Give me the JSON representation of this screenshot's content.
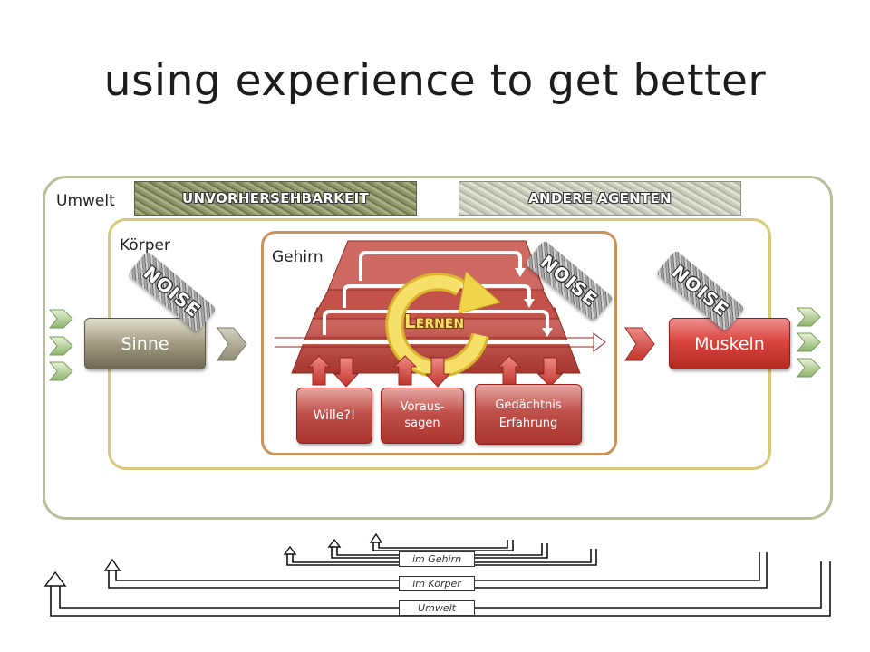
{
  "title": "using experience to get better",
  "labels": {
    "umwelt": "Umwelt",
    "koerper": "Körper",
    "gehirn": "Gehirn"
  },
  "banners": {
    "unvorhersehbarkeit": "UNVORHERSEHBARKEIT",
    "andere_agenten": "ANDERE AGENTEN"
  },
  "noise_label": "NOISE",
  "lernen": {
    "first": "L",
    "rest": "ERNEN"
  },
  "boxes": {
    "sinne": "Sinne",
    "muskeln": "Muskeln",
    "wille": "Wille?!",
    "voraus_1": "Voraus-",
    "voraus_2": "sagen",
    "gedaechtnis_1": "Gedächtnis",
    "gedaechtnis_2": "Erfahrung"
  },
  "loops": {
    "im_gehirn": "im Gehirn",
    "im_koerper": "im Körper",
    "umwelt": "Umwelt"
  },
  "colors": {
    "umwelt_border": "#b7c09a",
    "koerper_border": "#d8c879",
    "gehirn_border": "#c9925a",
    "accent_red": "#c0392b",
    "loop_yellow": "#f0d54a",
    "input_green": "#a8c88a"
  }
}
